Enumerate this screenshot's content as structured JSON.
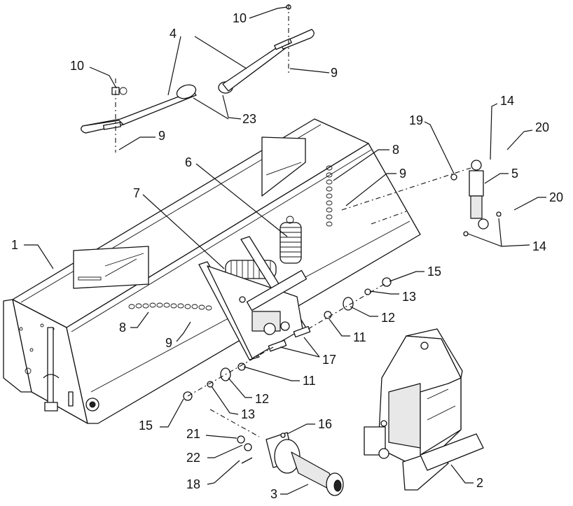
{
  "diagram": {
    "callouts": {
      "c10a": "10",
      "c4": "4",
      "c9a": "9",
      "c10b": "10",
      "c23": "23",
      "c9b": "9",
      "c6": "6",
      "c8a": "8",
      "c9c": "9",
      "c19": "19",
      "c14a": "14",
      "c20a": "20",
      "c5": "5",
      "c20b": "20",
      "c14b": "14",
      "c7": "7",
      "c1": "1",
      "c15a": "15",
      "c13a": "13",
      "c12a": "12",
      "c11a": "11",
      "c8b": "8",
      "c9d": "9",
      "c17": "17",
      "c11b": "11",
      "c12b": "12",
      "c15b": "15",
      "c13b": "13",
      "c21": "21",
      "c16": "16",
      "c22": "22",
      "c18": "18",
      "c3": "3",
      "c2": "2"
    }
  }
}
